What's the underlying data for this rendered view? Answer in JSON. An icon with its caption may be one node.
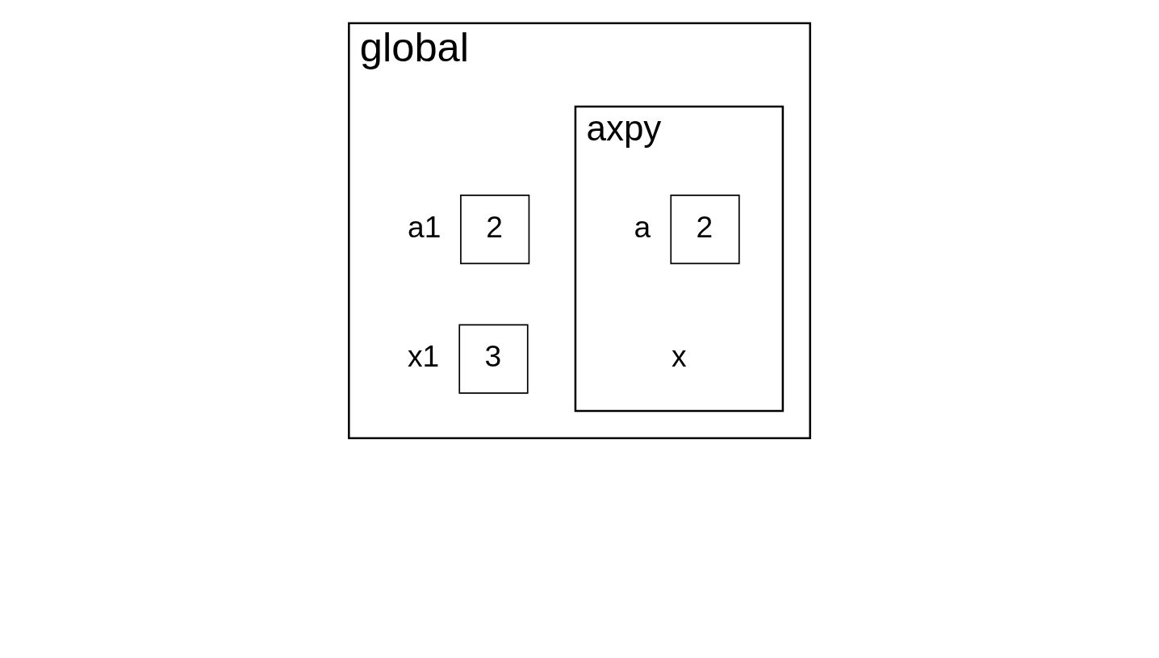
{
  "diagram": {
    "nodes": [
      {
        "text": [
          "global"
        ]
      },
      {
        "text": [
          "2"
        ],
        "beside": [
          "a1"
        ],
        "in": 0
      },
      {
        "text": [
          "3"
        ],
        "beside": [
          "x1"
        ],
        "in": 0
      },
      {
        "text": [
          "axpy"
        ],
        "in": 0
      },
      {
        "text": [
          "2"
        ],
        "beside": [
          "a"
        ],
        "in": 3
      }
    ],
    "edges": [],
    "labels": [
      "x"
    ]
  }
}
